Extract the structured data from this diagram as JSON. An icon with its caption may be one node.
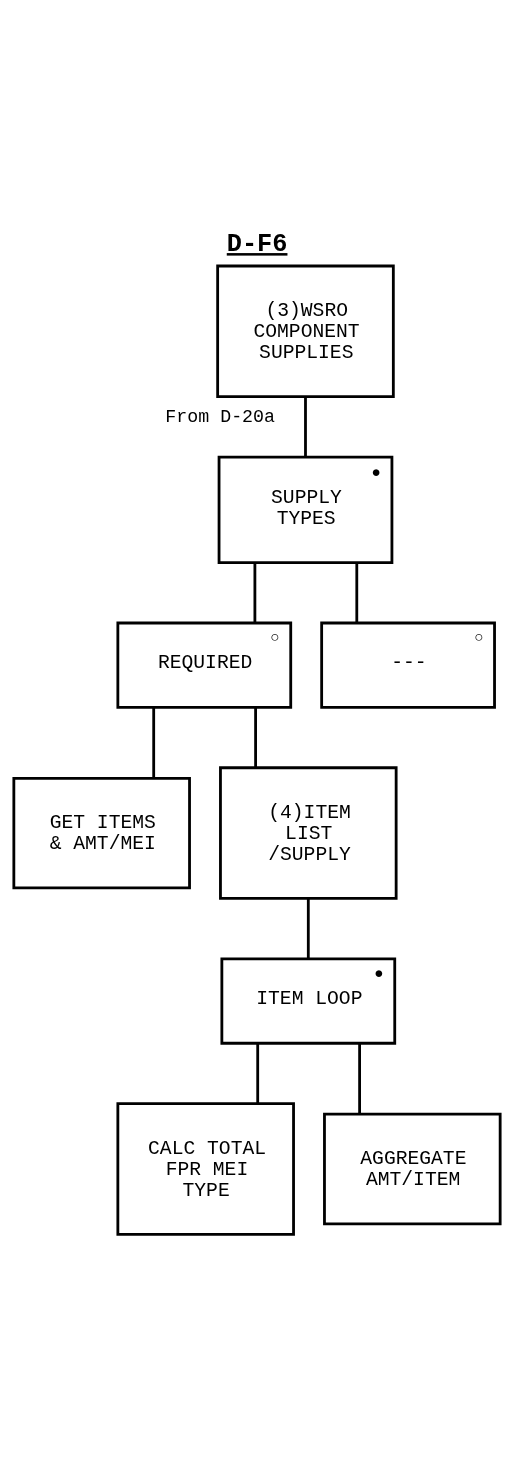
{
  "diagram": {
    "title": "D-F6",
    "nodes": [
      {
        "text": [
          "(3)WSRO COMPONENT SUPPLIES"
        ]
      },
      {
        "text": [
          "●",
          "SUPPLY TYPES"
        ]
      },
      {
        "text": [
          "○",
          "REQUIRED"
        ]
      },
      {
        "text": [
          "○",
          "---"
        ]
      },
      {
        "text": [
          "GET ITEMS & AMT/MEI"
        ]
      },
      {
        "text": [
          "(4)ITEM LIST /SUPPLY"
        ]
      },
      {
        "text": [
          "●",
          "ITEM LOOP"
        ]
      },
      {
        "text": [
          "CALC TOTAL FPR MEI TYPE"
        ]
      },
      {
        "text": [
          "AGGREGATE AMT/ITEM"
        ]
      }
    ],
    "edges": [
      {
        "from": 0,
        "to": 1,
        "arrow": "none",
        "label": "From D-20a"
      },
      {
        "from": 1,
        "to": 2,
        "arrow": "none"
      },
      {
        "from": 1,
        "to": 3,
        "arrow": "none"
      },
      {
        "from": 2,
        "to": 4,
        "arrow": "none"
      },
      {
        "from": 2,
        "to": 5,
        "arrow": "none"
      },
      {
        "from": 5,
        "to": 6,
        "arrow": "none"
      },
      {
        "from": 6,
        "to": 7,
        "arrow": "none"
      },
      {
        "from": 6,
        "to": 8,
        "arrow": "none"
      }
    ]
  }
}
